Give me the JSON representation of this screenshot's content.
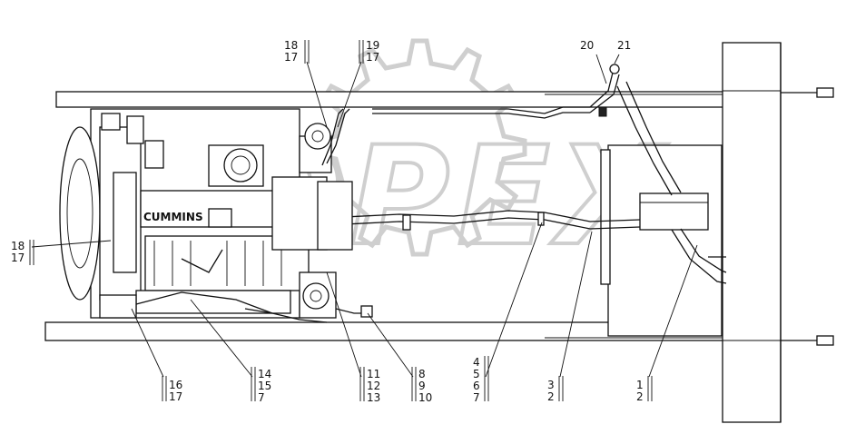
{
  "watermark": {
    "text": "OPEX",
    "color": "#cfcfcf"
  },
  "engine_brand": "CUMMINS",
  "callouts": [
    {
      "id": "c-18-17-top",
      "top": "18",
      "bottom": "17"
    },
    {
      "id": "c-19-17",
      "top": "19",
      "bottom": "17"
    },
    {
      "id": "c-20",
      "top": "20"
    },
    {
      "id": "c-21",
      "top": "21"
    },
    {
      "id": "c-18-17-left",
      "top": "18",
      "bottom": "17"
    },
    {
      "id": "c-16-17",
      "top": "16",
      "bottom": "17"
    },
    {
      "id": "c-14-15-7",
      "top": "14",
      "mid": "15",
      "bottom": "7"
    },
    {
      "id": "c-11-12-13",
      "top": "11",
      "mid": "12",
      "bottom": "13"
    },
    {
      "id": "c-8-9-10",
      "top": "8",
      "mid": "9",
      "bottom": "10"
    },
    {
      "id": "c-4-5-6-7",
      "top": "4",
      "mid": "5",
      "mid2": "6",
      "bottom": "7"
    },
    {
      "id": "c-3-2",
      "top": "3",
      "bottom": "2"
    },
    {
      "id": "c-1-2",
      "top": "1",
      "bottom": "2"
    }
  ]
}
